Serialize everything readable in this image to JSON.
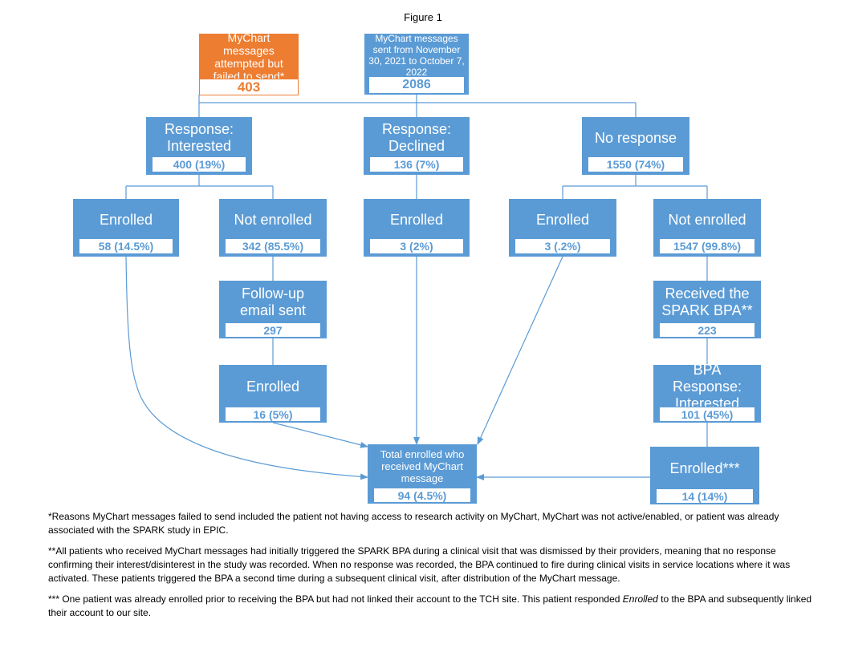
{
  "figure_title": "Figure 1",
  "nodes": {
    "failed": {
      "label": "MyChart messages attempted but failed to send*",
      "count": "403"
    },
    "sent": {
      "label": "MyChart messages sent from November 30, 2021 to October 7, 2022",
      "count": "2086"
    },
    "interested": {
      "label": "Response: Interested",
      "count": "400 (19%)"
    },
    "declined": {
      "label": "Response: Declined",
      "count": "136 (7%)"
    },
    "no_response": {
      "label": "No response",
      "count": "1550 (74%)"
    },
    "int_enrolled": {
      "label": "Enrolled",
      "count": "58 (14.5%)"
    },
    "int_not_enrolled": {
      "label": "Not enrolled",
      "count": "342 (85.5%)"
    },
    "dec_enrolled": {
      "label": "Enrolled",
      "count": "3 (2%)"
    },
    "nr_enrolled": {
      "label": "Enrolled",
      "count": "3 (.2%)"
    },
    "nr_not_enrolled": {
      "label": "Not enrolled",
      "count": "1547 (99.8%)"
    },
    "followup": {
      "label": "Follow-up email sent",
      "count": "297"
    },
    "spark_bpa": {
      "label": "Received the SPARK BPA**",
      "count": "223"
    },
    "followup_enrolled": {
      "label": "Enrolled",
      "count": "16 (5%)"
    },
    "bpa_interested": {
      "label": "BPA Response: Interested",
      "count": "101 (45%)"
    },
    "total": {
      "label": "Total enrolled who received MyChart message",
      "count": "94 (4.5%)"
    },
    "bpa_enrolled": {
      "label": "Enrolled***",
      "count": "14 (14%)"
    }
  },
  "notes": {
    "note1": "*Reasons MyChart messages failed to send included the patient not having access to research activity on MyChart, MyChart was not active/enabled, or patient was already associated with the SPARK study in EPIC.",
    "note2": "**All patients who received MyChart messages had initially triggered the SPARK BPA during a clinical visit that was dismissed by their providers, meaning that no response confirming their interest/disinterest in the study was recorded.  When no response was recorded, the BPA continued to fire during clinical visits in service locations where it was activated. These patients triggered the BPA a second time during a subsequent clinical visit, after distribution of the MyChart message.",
    "note3_part1": "*** One patient was already enrolled prior to receiving the BPA but had not linked their account to the TCH site. This patient responded ",
    "note3_italic": "Enrolled",
    "note3_part2": " to the BPA and subsequently linked their account to our site."
  },
  "colors": {
    "box_blue": "#5b9bd5",
    "box_orange": "#ed7d31",
    "connector": "#5b9bd5"
  }
}
